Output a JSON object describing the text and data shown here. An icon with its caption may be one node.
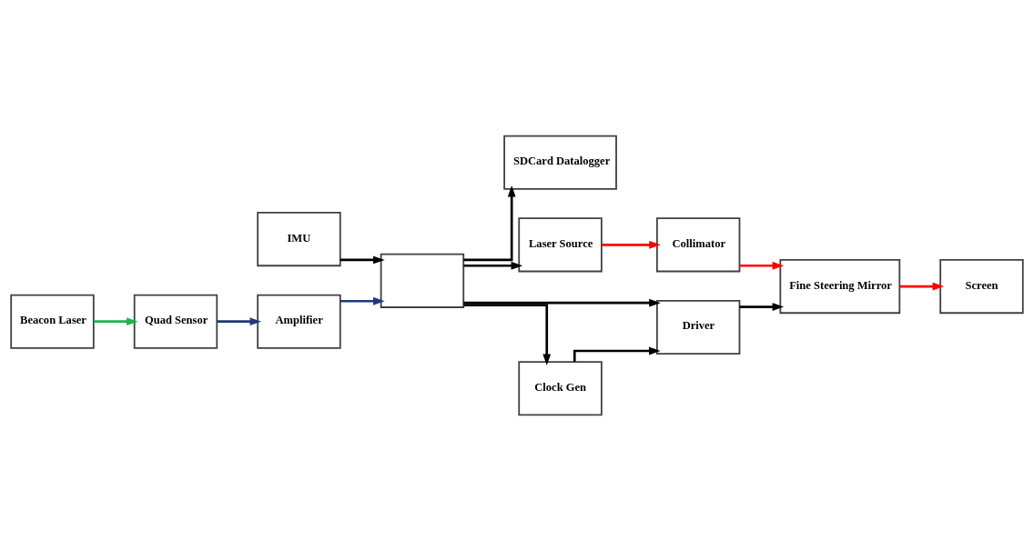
{
  "diagram": {
    "nodes": [
      {
        "text": [
          "SDCard Datalogger"
        ]
      },
      {
        "text": [
          "Laser Source"
        ]
      },
      {
        "text": [
          "Collimator"
        ]
      },
      {
        "text": [
          "IMU"
        ]
      },
      {
        "text": [],
        "shape": "box"
      },
      {
        "text": [
          "Driver"
        ]
      },
      {
        "text": [
          "Fine Steering Mirror"
        ]
      },
      {
        "text": [
          "Screen"
        ]
      },
      {
        "text": [
          "Clock Gen"
        ]
      },
      {
        "text": [
          "Amplifier"
        ]
      },
      {
        "text": [
          "Quad Sensor"
        ]
      },
      {
        "text": [
          "Beacon Laser"
        ]
      }
    ],
    "edges": [
      {
        "from": 3,
        "to": 4,
        "arrow": "to"
      },
      {
        "from": 4,
        "to": 0,
        "arrow": "to"
      },
      {
        "from": 4,
        "to": 1,
        "arrow": "to"
      },
      {
        "from": 1,
        "to": 2,
        "arrow": "to",
        "color": "#ff0000"
      },
      {
        "from": 2,
        "to": 6,
        "arrow": "to",
        "color": "#ff0000"
      },
      {
        "from": 4,
        "to": 5,
        "arrow": "to"
      },
      {
        "from": 5,
        "to": 6,
        "arrow": "to"
      },
      {
        "from": 6,
        "to": 7,
        "arrow": "to",
        "color": "#ff0000"
      },
      {
        "from": 4,
        "to": 8,
        "arrow": "to"
      },
      {
        "from": 8,
        "to": 5,
        "arrow": "to"
      },
      {
        "from": 9,
        "to": 4,
        "arrow": "to",
        "color": "#1f3a7a"
      },
      {
        "from": 10,
        "to": 9,
        "arrow": "to",
        "color": "#1f3a7a"
      },
      {
        "from": 11,
        "to": 10,
        "arrow": "to",
        "color": "#22b14c"
      }
    ]
  }
}
